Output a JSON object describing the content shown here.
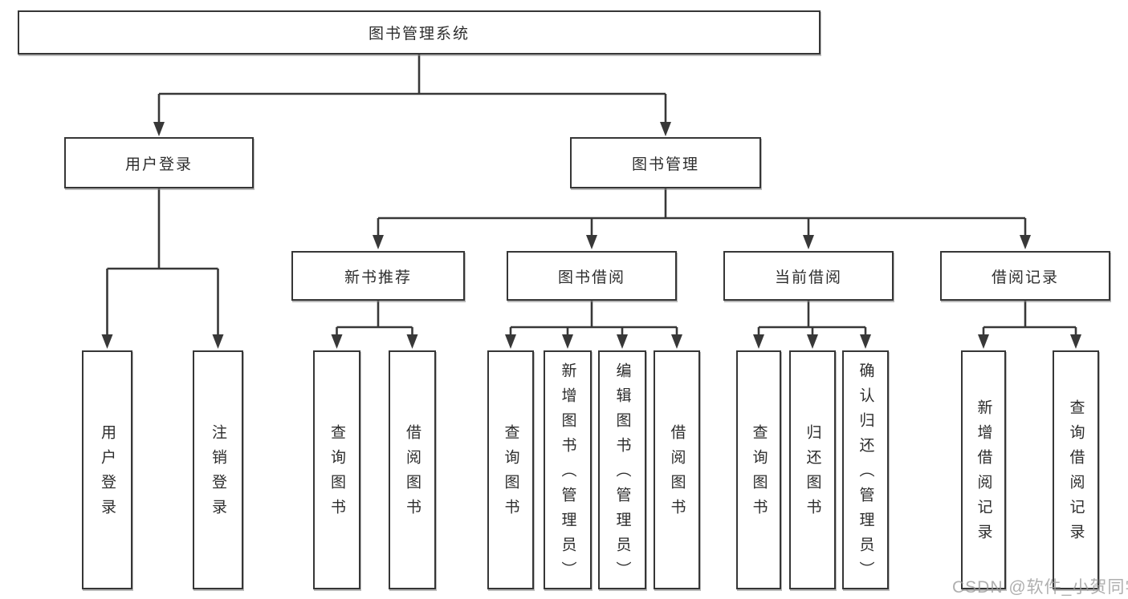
{
  "diagram_type": "hierarchy-tree",
  "tree": {
    "label": "图书管理系统",
    "children": [
      {
        "label": "用户登录",
        "children": [
          {
            "label": "用户登录"
          },
          {
            "label": "注销登录"
          }
        ]
      },
      {
        "label": "图书管理",
        "children": [
          {
            "label": "新书推荐",
            "children": [
              {
                "label": "查询图书"
              },
              {
                "label": "借阅图书"
              }
            ]
          },
          {
            "label": "图书借阅",
            "children": [
              {
                "label": "查询图书"
              },
              {
                "label": "新增图书（管理员）"
              },
              {
                "label": "编辑图书（管理员）"
              },
              {
                "label": "借阅图书"
              }
            ]
          },
          {
            "label": "当前借阅",
            "children": [
              {
                "label": "查询图书"
              },
              {
                "label": "归还图书"
              },
              {
                "label": "确认归还（管理员）"
              }
            ]
          },
          {
            "label": "借阅记录",
            "children": [
              {
                "label": "新增借阅记录"
              },
              {
                "label": "查询借阅记录"
              }
            ]
          }
        ]
      }
    ]
  },
  "watermark": {
    "text": "CSDN @软件_小贺同学"
  },
  "colors": {
    "line": "#383838",
    "box_border": "#363636",
    "box_fill": "#ffffff",
    "text": "#2d2d2d",
    "watermark": "#989898"
  }
}
